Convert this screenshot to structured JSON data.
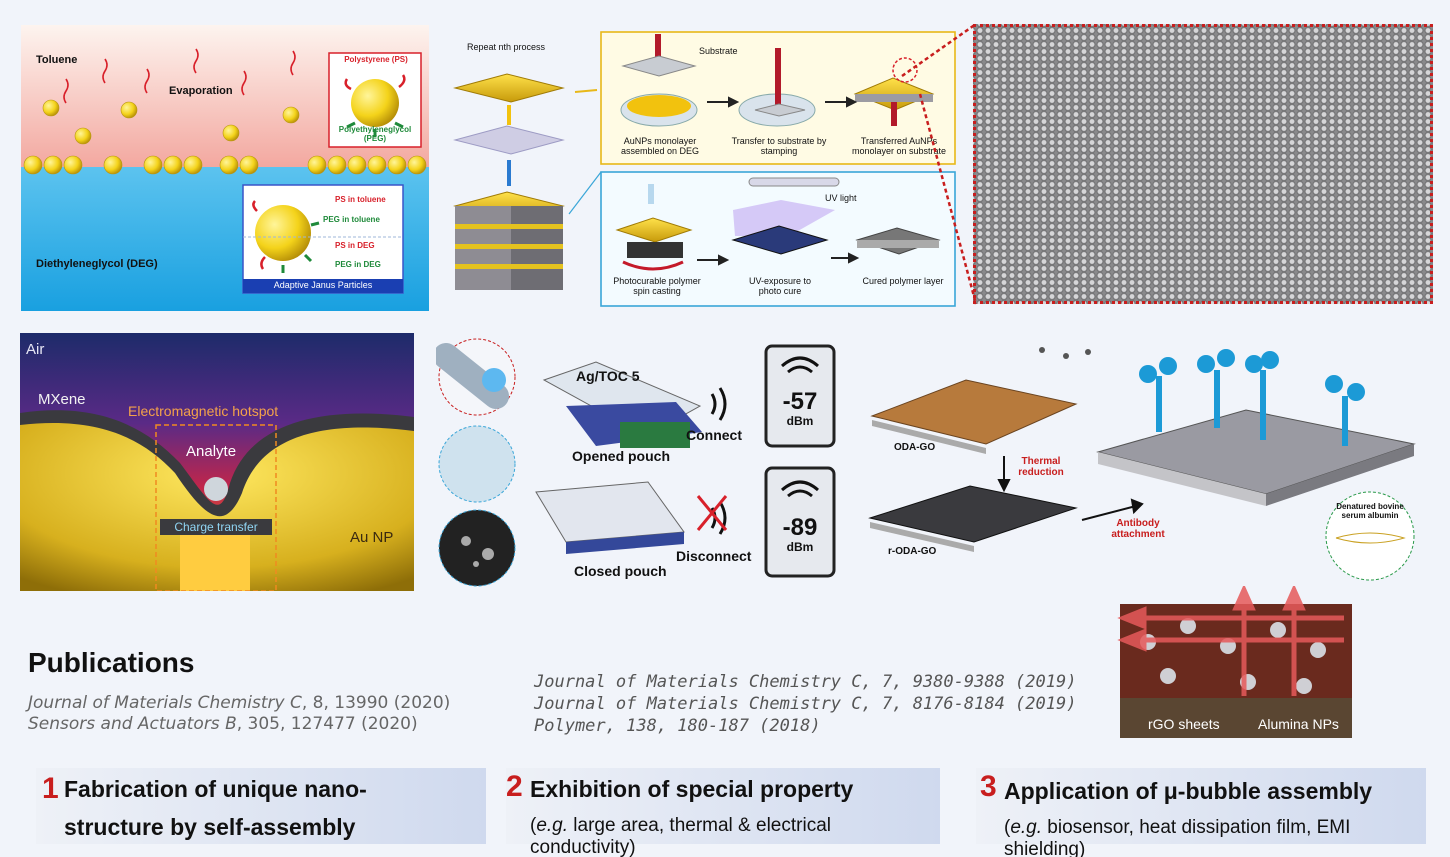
{
  "panel1": {
    "toluene": "Toluene",
    "evaporation": "Evaporation",
    "ps": "Polystyrene (PS)",
    "peg": "Polyethyleneglycol (PEG)",
    "ps_toluene": "PS in toluene",
    "peg_toluene": "PEG in toluene",
    "ps_deg": "PS in DEG",
    "peg_deg": "PEG in DEG",
    "deg": "Diethyleneglycol (DEG)",
    "janus": "Adaptive Janus Particles"
  },
  "panel2": {
    "repeat": "Repeat nth process",
    "substrate": "Substrate",
    "step1": "AuNPs monolayer assembled on DEG",
    "step2": "Transfer to substrate by stamping",
    "step3": "Transferred AuNPs monolayer on substrate",
    "uv_light": "UV light",
    "step4": "Photocurable polymer spin casting",
    "step5": "UV-exposure to photo cure",
    "step6": "Cured polymer layer"
  },
  "panel4": {
    "air": "Air",
    "mxene": "MXene",
    "hotspot": "Electromagnetic hotspot",
    "analyte": "Analyte",
    "charge": "Charge transfer",
    "aunp": "Au NP"
  },
  "panel5": {
    "agtoc": "Ag/TOC 5",
    "opened": "Opened pouch",
    "closed": "Closed pouch",
    "connect": "Connect",
    "disconnect": "Disconnect",
    "val1": "-57",
    "val2": "-89",
    "unit": "dBm"
  },
  "panel6": {
    "odago": "ODA-GO",
    "thermal": "Thermal reduction",
    "rodago": "r-ODA-GO",
    "antibody": "Antibody attachment",
    "denatured": "Denatured bovine serum albumin"
  },
  "panel7": {
    "rgo": "rGO sheets",
    "alumina": "Alumina NPs"
  },
  "publications": {
    "title": "Publications",
    "left": [
      {
        "journal": "Journal of Materials Chemistry C",
        "rest": ", 8, 13990 (2020)"
      },
      {
        "journal": "Sensors and Actuators B",
        "rest": ", 305, 127477 (2020)"
      }
    ],
    "right": [
      "Journal of Materials Chemistry C, 7, 9380-9388 (2019)",
      "Journal of Materials Chemistry C, 7, 8176-8184 (2019)",
      "Polymer, 138, 180-187 (2018)"
    ]
  },
  "footer": [
    {
      "num": "1",
      "line1": "Fabrication of unique nano-",
      "line2": "structure by self-assembly"
    },
    {
      "num": "2",
      "line1": "Exhibition of special property",
      "sub_em": "e.g.",
      "sub_rest": " large area, thermal & electrical conductivity)"
    },
    {
      "num": "3",
      "line1": "Application of μ-bubble assembly",
      "sub_em": "e.g.",
      "sub_rest": " biosensor, heat dissipation film, EMI shielding)"
    }
  ],
  "colors": {
    "accent_red": "#c81e1e",
    "gold": "#e8c21a",
    "blue": "#1c79c9"
  }
}
